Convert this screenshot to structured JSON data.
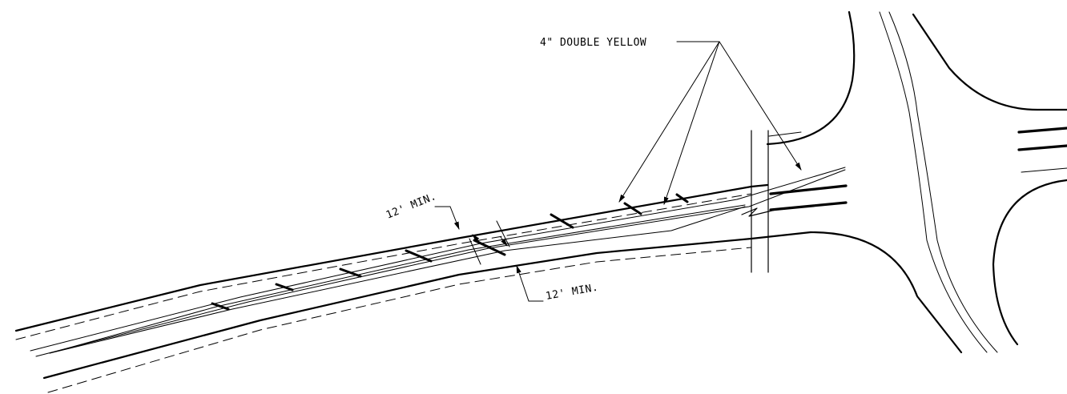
{
  "callouts": {
    "double_yellow": "4\" DOUBLE YELLOW",
    "min_top": "12' MIN.",
    "min_bottom": "12' MIN."
  },
  "colors": {
    "ink": "#000000",
    "background": "#ffffff"
  }
}
